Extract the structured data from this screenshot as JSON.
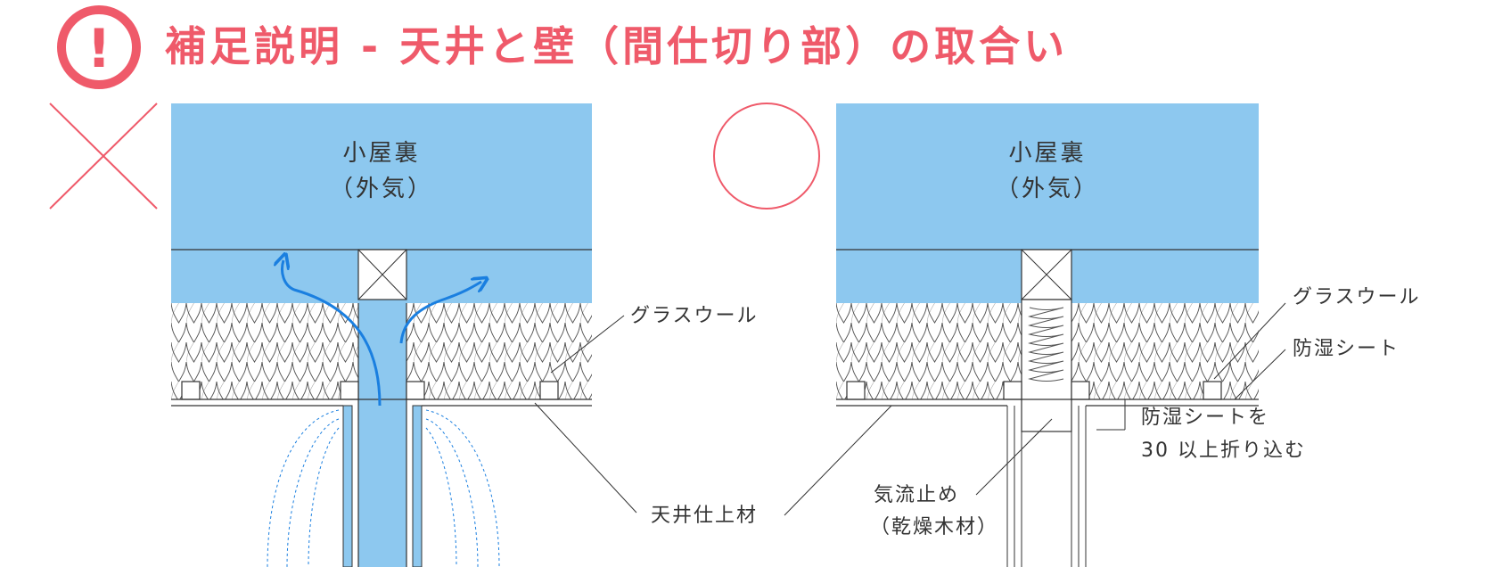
{
  "header": {
    "alert_symbol": "!",
    "title": "補足説明 - 天井と壁（間仕切り部）の取合い"
  },
  "colors": {
    "accent": "#ef5a6a",
    "air": "#8dc8ef",
    "arrow": "#1a7fe0",
    "line": "#333333"
  },
  "left_panel": {
    "verdict": "×",
    "space_label_1": "小屋裏",
    "space_label_2": "（外気）",
    "insulation_label": "グラスウール",
    "finish_label": "天井仕上材"
  },
  "right_panel": {
    "verdict": "○",
    "space_label_1": "小屋裏",
    "space_label_2": "（外気）",
    "insulation_label": "グラスウール",
    "sheet_label": "防湿シート",
    "fold_label_1": "防湿シートを",
    "fold_label_2": "30 以上折り込む",
    "stop_label_1": "気流止め",
    "stop_label_2": "（乾燥木材）"
  }
}
